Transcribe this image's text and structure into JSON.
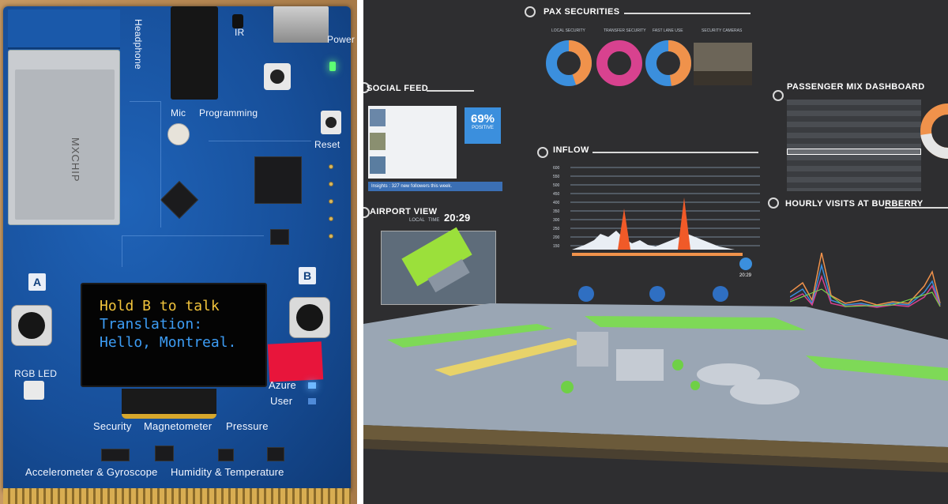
{
  "board": {
    "labels": {
      "headphone": "Headphone",
      "ir": "IR",
      "power": "Power",
      "mic": "Mic",
      "programming": "Programming",
      "reset": "Reset",
      "button_a": "A",
      "button_b": "B",
      "rgb_led": "RGB LED",
      "azure": "Azure",
      "user": "User",
      "security": "Security",
      "magnetometer": "Magnetometer",
      "pressure": "Pressure",
      "accel_gyro": "Accelerometer & Gyroscope",
      "humidity_temp": "Humidity & Temperature"
    },
    "module_text": "MXCHIP",
    "oled_lines": [
      "Hold B to talk",
      "Translation:",
      "Hello, Montreal."
    ]
  },
  "dashboard": {
    "pax": {
      "title": "PAX SECURITIES",
      "columns": [
        "LOCAL SECURITY",
        "TRANSFER SECURITY",
        "FAST LANE USE",
        "SECURITY CAMERAS"
      ]
    },
    "social": {
      "title": "SOCIAL FEED",
      "positive_pct": "69%",
      "positive_label": "POSITIVE",
      "insight": "Insights : 327 new followers this week."
    },
    "passenger_mix": {
      "title": "PASSENGER MIX DASHBOARD"
    },
    "inflow": {
      "title": "INFLOW",
      "y_labels": [
        "600",
        "550",
        "500",
        "450",
        "400",
        "350",
        "300",
        "250",
        "200",
        "150"
      ],
      "time": "20:29"
    },
    "airport_view": {
      "title": "AIRPORT VIEW",
      "local_label": "LOCAL",
      "time_label": "TIME",
      "time": "20:29"
    },
    "burberry": {
      "title": "HOURLY VISITS AT BURBERRY"
    },
    "colors": {
      "pink": "#d8428f",
      "blue": "#3b8fdd",
      "orange": "#f0924b",
      "spike": "#f05a28"
    }
  }
}
